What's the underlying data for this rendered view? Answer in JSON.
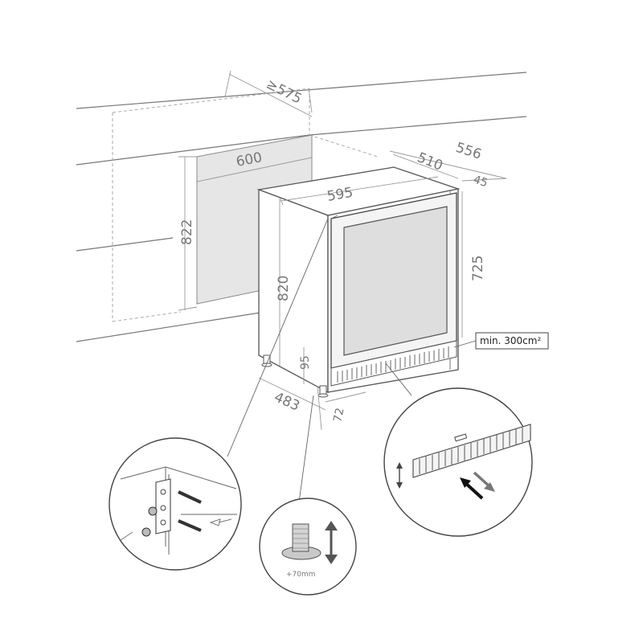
{
  "dimensions": {
    "niche_depth": "≥575",
    "niche_width": "600",
    "niche_height": "822",
    "appliance_width": "595",
    "appliance_depth": "510",
    "depth_door_open": "556",
    "door_thickness": "45",
    "appliance_height": "820",
    "glass_height": "725",
    "plinth_height": "95",
    "foot_depth": "483",
    "plinth_setback": "72"
  },
  "callouts": {
    "ventilation": "min. 300cm²",
    "foot_adjust": "+70mm"
  },
  "colors": {
    "line": "#555555",
    "niche_fill": "#e6e6e6",
    "glass_fill": "#dedede",
    "text": "#777777"
  }
}
